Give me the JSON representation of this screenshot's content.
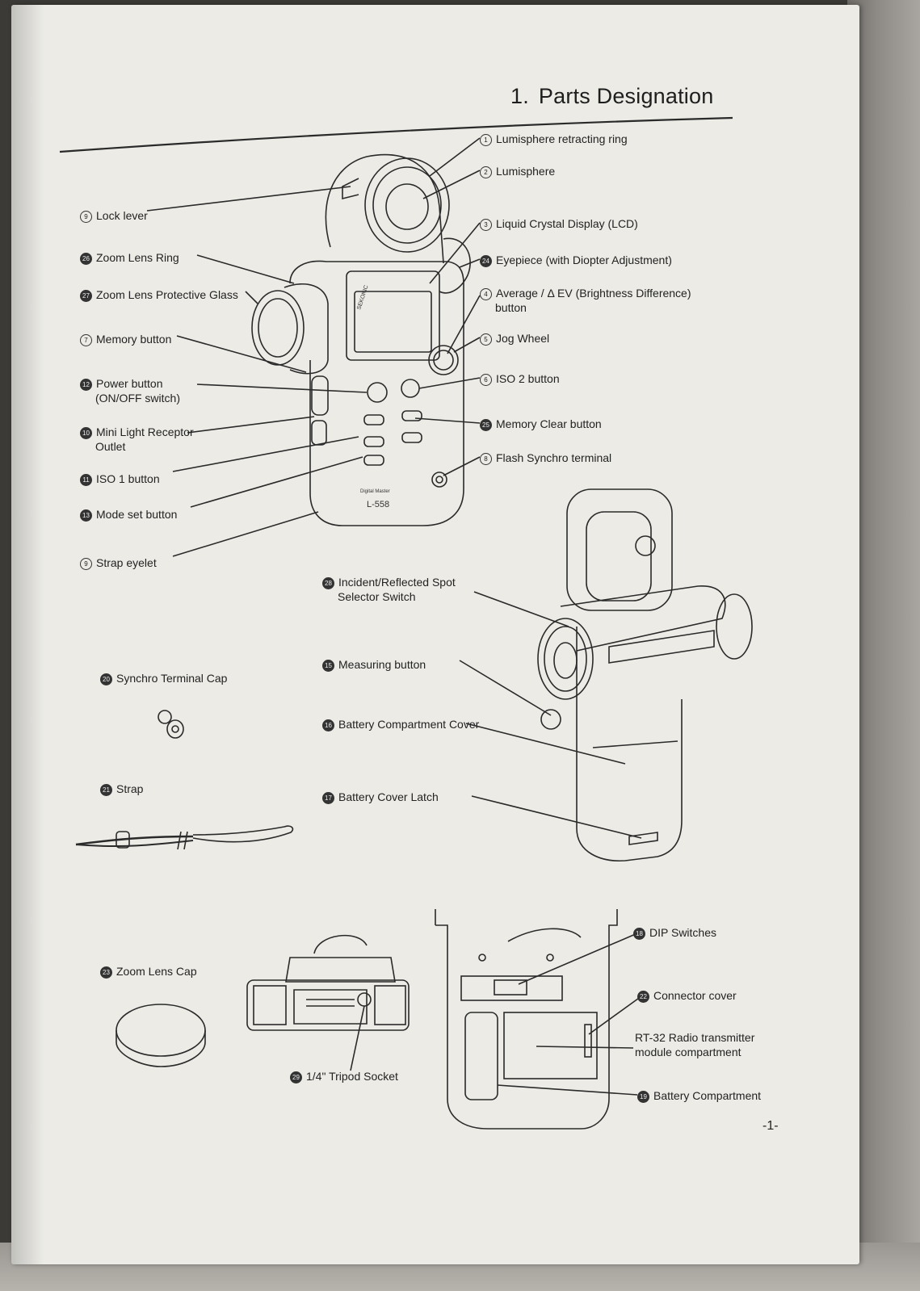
{
  "title": {
    "number": "1.",
    "text": "Parts Designation"
  },
  "page_number": "-1-",
  "labels": {
    "l1": {
      "num": "1",
      "text": "Lumisphere retracting ring"
    },
    "l2": {
      "num": "2",
      "text": "Lumisphere"
    },
    "l3": {
      "num": "3",
      "text": "Liquid Crystal Display (LCD)"
    },
    "l24": {
      "num": "24",
      "text": "Eyepiece (with Diopter Adjustment)"
    },
    "l4": {
      "num": "4",
      "line1": "Average / Δ EV (Brightness Difference)",
      "line2": "button"
    },
    "l5": {
      "num": "5",
      "text": "Jog Wheel"
    },
    "l6": {
      "num": "6",
      "text": "ISO 2 button"
    },
    "l25": {
      "num": "25",
      "text": "Memory Clear button"
    },
    "l8": {
      "num": "8",
      "text": "Flash Synchro terminal"
    },
    "l9": {
      "num": "9",
      "text": "Lock lever"
    },
    "l26": {
      "num": "26",
      "text": "Zoom Lens Ring"
    },
    "l27": {
      "num": "27",
      "text": "Zoom Lens Protective Glass"
    },
    "l7": {
      "num": "7",
      "text": "Memory button"
    },
    "l12": {
      "num": "12",
      "line1": "Power button",
      "line2": "(ON/OFF switch)"
    },
    "l10": {
      "num": "10",
      "line1": "Mini Light Receptor",
      "line2": "Outlet"
    },
    "l11": {
      "num": "11",
      "text": "ISO 1 button"
    },
    "l13": {
      "num": "13",
      "text": "Mode set button"
    },
    "l9b": {
      "num": "9",
      "text": "Strap eyelet"
    },
    "l28": {
      "num": "28",
      "line1": "Incident/Reflected Spot",
      "line2": "Selector Switch"
    },
    "l20": {
      "num": "20",
      "text": "Synchro Terminal Cap"
    },
    "l15": {
      "num": "15",
      "text": "Measuring button"
    },
    "l16": {
      "num": "16",
      "text": "Battery Compartment Cover"
    },
    "l21": {
      "num": "21",
      "text": "Strap"
    },
    "l17": {
      "num": "17",
      "text": "Battery Cover Latch"
    },
    "l18": {
      "num": "18",
      "text": "DIP Switches"
    },
    "l22": {
      "num": "22",
      "text": "Connector cover"
    },
    "l23": {
      "num": "23",
      "text": "Zoom Lens Cap"
    },
    "lrt": {
      "line1": "RT-32 Radio transmitter",
      "line2": "module compartment"
    },
    "l29": {
      "num": "29",
      "text": "1/4\" Tripod Socket"
    },
    "l19": {
      "num": "19",
      "text": "Battery Compartment"
    }
  },
  "device_text": {
    "brand": "SEKONIC",
    "model_line": "Digital Master",
    "model": "L-558"
  }
}
